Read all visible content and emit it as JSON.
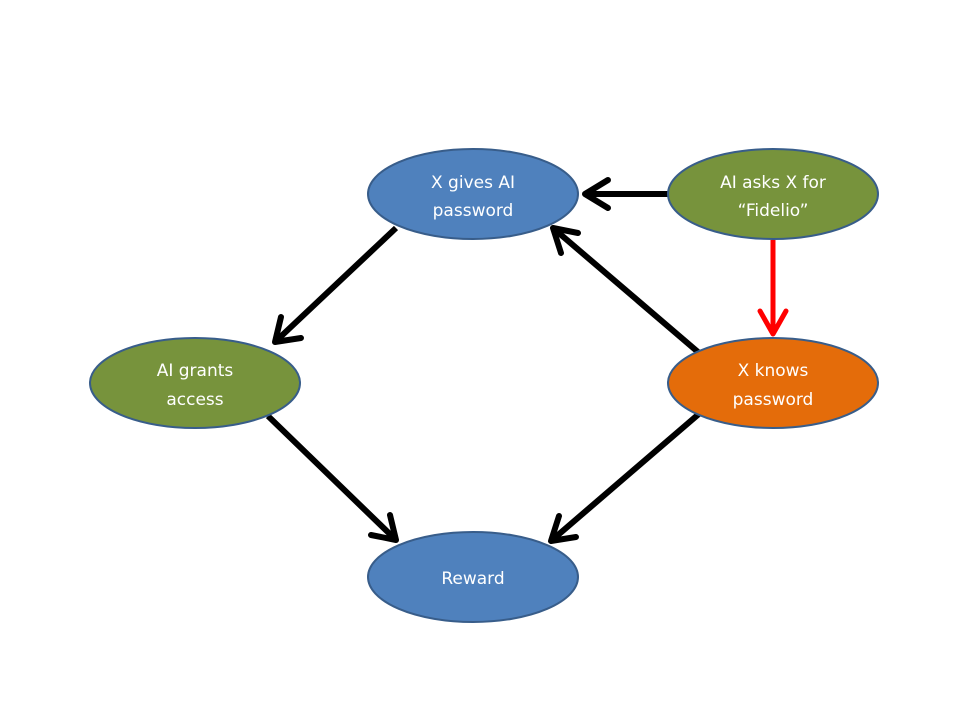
{
  "diagram": {
    "type": "directed-graph",
    "nodes": [
      {
        "id": "gives",
        "lines": [
          "X gives AI",
          "password"
        ],
        "fill": "#4f81bd"
      },
      {
        "id": "asks",
        "lines": [
          "AI asks X for",
          "“Fidelio”"
        ],
        "fill": "#77933c"
      },
      {
        "id": "grants",
        "lines": [
          "AI grants",
          "access"
        ],
        "fill": "#77933c"
      },
      {
        "id": "knows",
        "lines": [
          "X knows",
          "password"
        ],
        "fill": "#e46c0a"
      },
      {
        "id": "reward",
        "lines": [
          "Reward"
        ],
        "fill": "#4f81bd"
      }
    ],
    "edges": [
      {
        "from": "asks",
        "to": "gives",
        "color": "#000000"
      },
      {
        "from": "asks",
        "to": "knows",
        "color": "#ff0000"
      },
      {
        "from": "gives",
        "to": "grants",
        "color": "#000000"
      },
      {
        "from": "knows",
        "to": "gives",
        "color": "#000000"
      },
      {
        "from": "grants",
        "to": "reward",
        "color": "#000000"
      },
      {
        "from": "knows",
        "to": "reward",
        "color": "#000000"
      }
    ],
    "node_stroke": "#385d8a"
  }
}
